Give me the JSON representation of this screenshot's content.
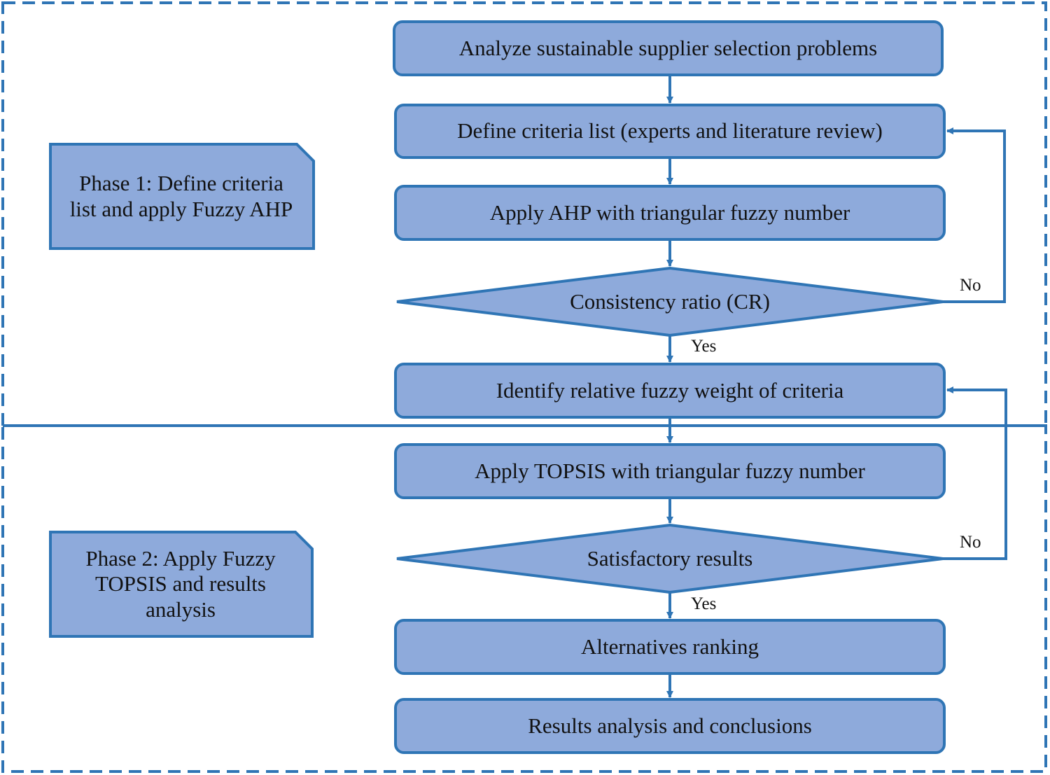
{
  "colors": {
    "box_fill": "#8eaadb",
    "box_stroke": "#2f75b5",
    "phase_border": "#2f75b5",
    "connector": "#2f75b5",
    "text": "#111111"
  },
  "phases": [
    {
      "label": "Phase 1: Define criteria list and apply Fuzzy AHP"
    },
    {
      "label": "Phase 2: Apply Fuzzy TOPSIS and results analysis"
    }
  ],
  "steps": {
    "analyze": "Analyze sustainable supplier selection problems",
    "define": "Define criteria list (experts and literature review)",
    "ahp": "Apply AHP with triangular fuzzy number",
    "cr": "Consistency ratio (CR)",
    "weights": "Identify relative fuzzy weight of criteria",
    "topsis": "Apply TOPSIS with triangular fuzzy number",
    "satisfactory": "Satisfactory results",
    "ranking": "Alternatives ranking",
    "conclusions": "Results analysis and conclusions"
  },
  "edge_labels": {
    "cr_no": "No",
    "cr_yes": "Yes",
    "sat_no": "No",
    "sat_yes": "Yes"
  }
}
